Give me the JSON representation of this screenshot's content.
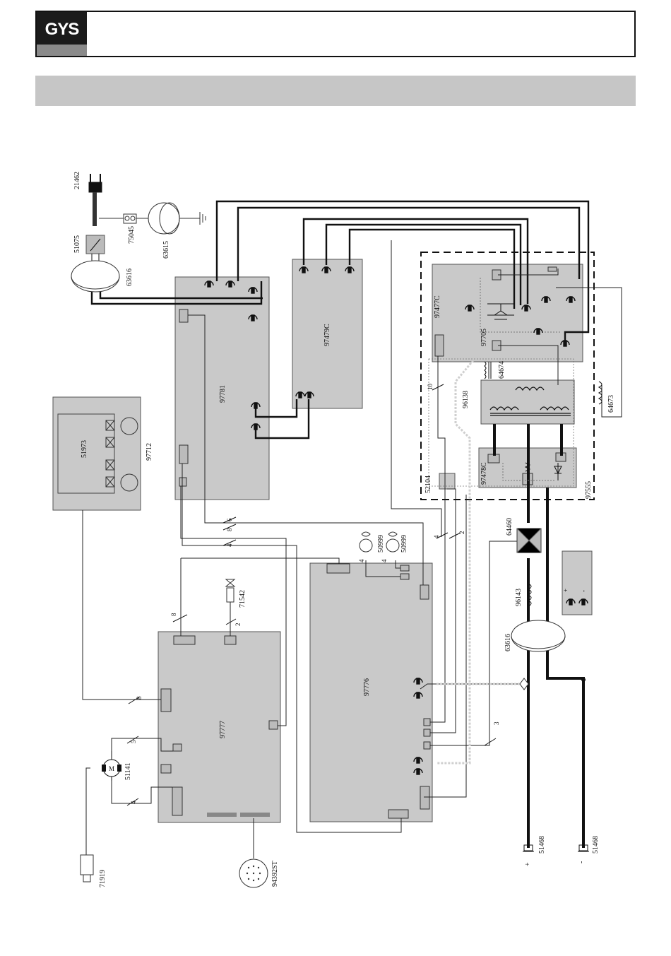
{
  "brand": {
    "logo_text": "GYS"
  },
  "components": {
    "plug": "21462",
    "switch": "51075",
    "terminal": "75045",
    "filter_top": "63615",
    "toroid_input": "63616",
    "display_board": "97712",
    "display_module": "51973",
    "power_board": "97781",
    "rectifier_board": "97479C",
    "igbt_board": "97477C",
    "igbt_module": "97705",
    "inductor_small": "64674",
    "main_transformer": "96138",
    "inductor_right": "64673",
    "output_diode_board": "97478C",
    "thermal_sensor": "52104",
    "output_assembly": "97555",
    "fan_left": "50999",
    "fan_right": "50999",
    "control_board": "97776",
    "interface_board": "97777",
    "gas_valve": "71542",
    "motor": "51141",
    "motor_symbol": "M",
    "torch_connector": "71919",
    "remote_socket": "94392ST",
    "bridge": "64460",
    "output_choke": "96143",
    "toroid_output": "63616",
    "socket_plus": "51468",
    "socket_minus": "51468"
  },
  "wire_counts": {
    "w6": "6",
    "w8a": "8",
    "w4a": "4",
    "w8b": "8",
    "w2a": "2",
    "w8c": "8",
    "w5": "5",
    "w4b": "4",
    "w10": "10",
    "w4c": "4",
    "w2b": "2",
    "w4d": "4",
    "w4e": "4",
    "w3": "3"
  },
  "polarity": {
    "plus": "+",
    "minus": "-"
  }
}
